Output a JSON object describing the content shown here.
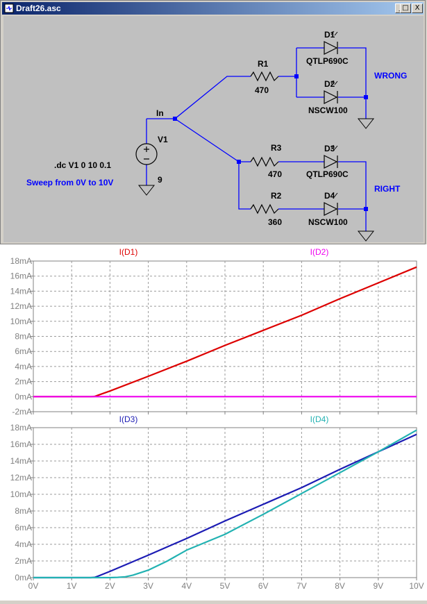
{
  "window": {
    "title": "Draft26.asc",
    "buttons": {
      "minimize": "_",
      "maximize": "□",
      "close": "X"
    }
  },
  "schematic": {
    "net_label": "In",
    "source": {
      "name": "V1",
      "value": "9"
    },
    "directive": ".dc V1 0 10 0.1",
    "comment": "Sweep from 0V to 10V",
    "groups": {
      "wrong": "WRONG",
      "right": "RIGHT"
    },
    "resistors": [
      {
        "name": "R1",
        "value": "470"
      },
      {
        "name": "R3",
        "value": "470"
      },
      {
        "name": "R2",
        "value": "360"
      }
    ],
    "diodes": [
      {
        "name": "D1",
        "model": "QTLP690C"
      },
      {
        "name": "D2",
        "model": "NSCW100"
      },
      {
        "name": "D3",
        "model": "QTLP690C"
      },
      {
        "name": "D4",
        "model": "NSCW100"
      }
    ],
    "colors": {
      "wire": "#0000ff",
      "label": "#000000",
      "comment": "#0000ff",
      "background": "#c0c0c0"
    }
  },
  "chart_data": [
    {
      "type": "line",
      "x_ticks": [
        "0V",
        "1V",
        "2V",
        "3V",
        "4V",
        "5V",
        "6V",
        "7V",
        "8V",
        "9V",
        "10V"
      ],
      "y_ticks": [
        "-2mA",
        "0mA",
        "2mA",
        "4mA",
        "6mA",
        "8mA",
        "10mA",
        "12mA",
        "14mA",
        "16mA",
        "18mA"
      ],
      "xlim": [
        0,
        10
      ],
      "ylim": [
        -2,
        18
      ],
      "grid": true,
      "series": [
        {
          "name": "I(D1)",
          "color": "#dd0000",
          "x": [
            0,
            1.5,
            1.6,
            1.7,
            2,
            3,
            4,
            5,
            6,
            7,
            8,
            9,
            10
          ],
          "y": [
            0,
            0,
            0.03,
            0.2,
            0.75,
            2.7,
            4.7,
            6.8,
            8.8,
            10.8,
            13.0,
            15.1,
            17.2
          ]
        },
        {
          "name": "I(D2)",
          "color": "#ee00ee",
          "x": [
            0,
            10
          ],
          "y": [
            0,
            0
          ]
        }
      ]
    },
    {
      "type": "line",
      "x_ticks": [
        "0V",
        "1V",
        "2V",
        "3V",
        "4V",
        "5V",
        "6V",
        "7V",
        "8V",
        "9V",
        "10V"
      ],
      "y_ticks": [
        "0mA",
        "2mA",
        "4mA",
        "6mA",
        "8mA",
        "10mA",
        "12mA",
        "14mA",
        "16mA",
        "18mA"
      ],
      "xlim": [
        0,
        10
      ],
      "ylim": [
        0,
        18
      ],
      "grid": true,
      "series": [
        {
          "name": "I(D3)",
          "color": "#1c1cb4",
          "x": [
            0,
            1.5,
            1.6,
            1.7,
            2,
            3,
            4,
            5,
            6,
            7,
            8,
            9,
            10
          ],
          "y": [
            0,
            0,
            0.03,
            0.2,
            0.75,
            2.7,
            4.7,
            6.8,
            8.8,
            10.8,
            13.0,
            15.1,
            17.2
          ]
        },
        {
          "name": "I(D4)",
          "color": "#22b2b2",
          "x": [
            0,
            2.0,
            2.2,
            2.4,
            2.6,
            2.8,
            3.0,
            3.5,
            4,
            5,
            6,
            7,
            8,
            9,
            10
          ],
          "y": [
            0,
            0,
            0.03,
            0.1,
            0.3,
            0.6,
            0.9,
            2.0,
            3.3,
            5.2,
            7.6,
            10.1,
            12.6,
            15.1,
            17.7
          ]
        }
      ]
    }
  ]
}
